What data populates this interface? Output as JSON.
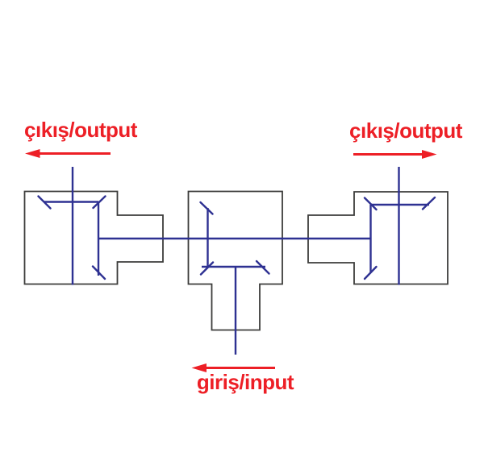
{
  "labels": {
    "output_left": "çıkış/output",
    "output_right": "çıkış/output",
    "input": "giriş/input"
  },
  "arrows": {
    "output_left_direction": "left",
    "output_right_direction": "right",
    "input_direction": "left"
  },
  "colors": {
    "label_red": "#ed1f26",
    "shaft_blue": "#2e3192",
    "housing_outline": "#3c3c3b",
    "background": "#ffffff"
  }
}
